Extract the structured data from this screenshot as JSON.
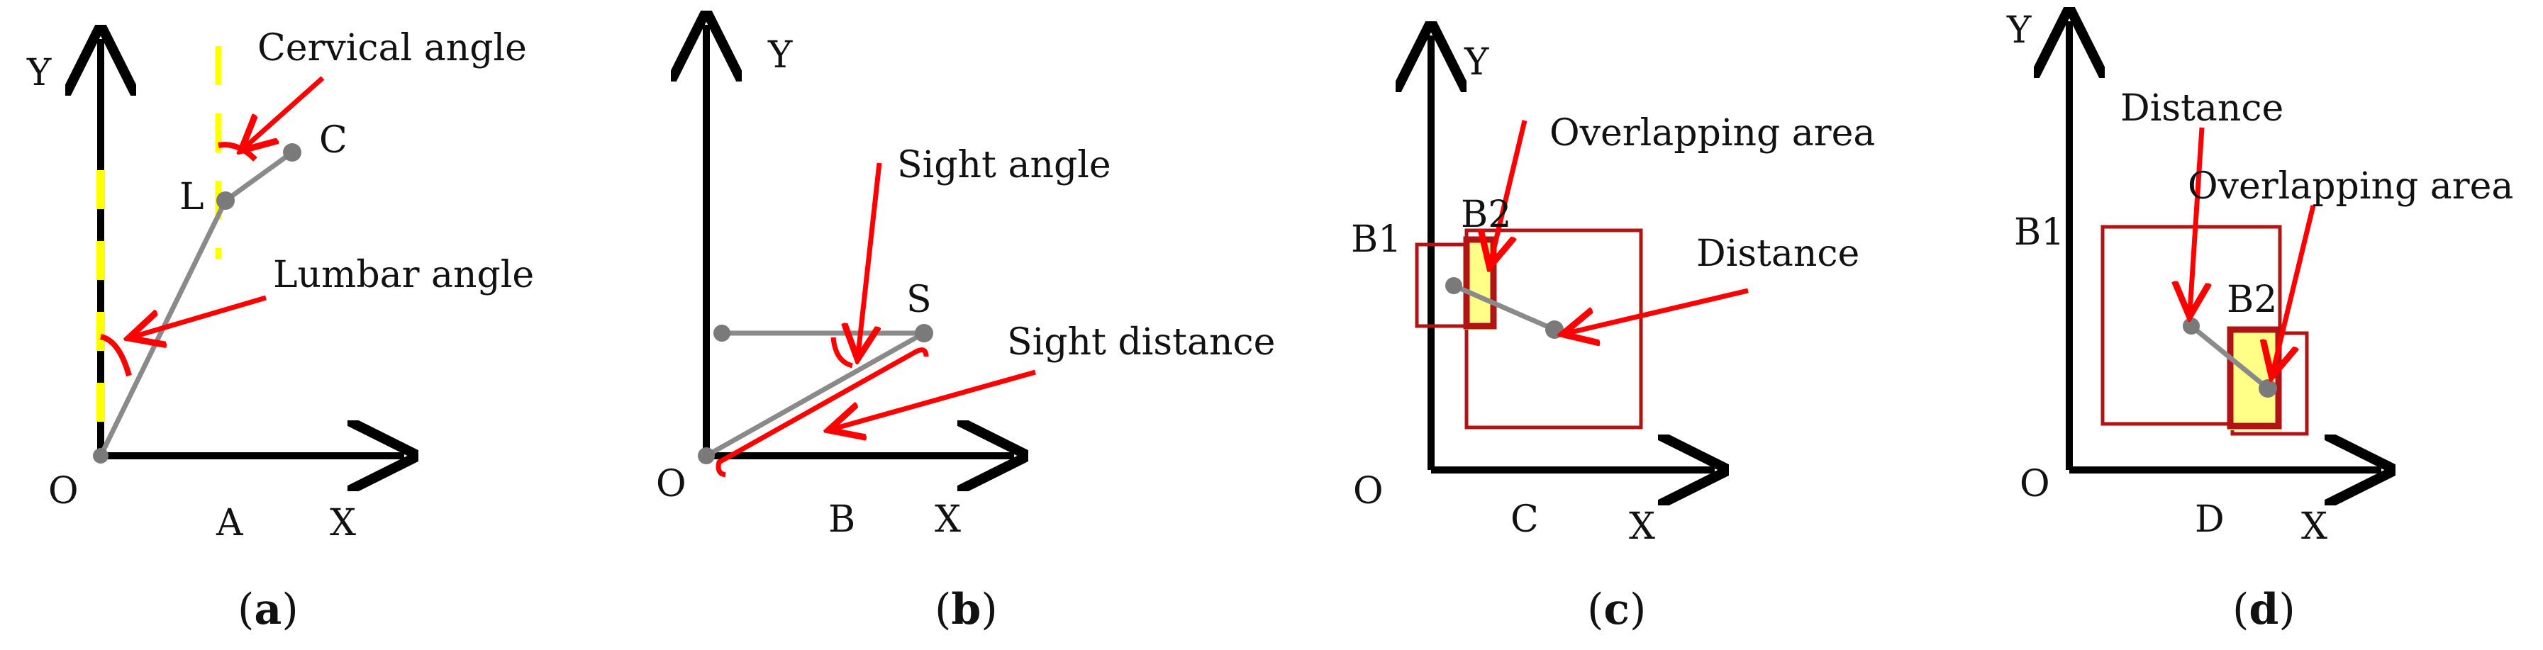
{
  "colors": {
    "axis": "#000000",
    "arrow": "#ff0000",
    "segment": "#8a8a8a",
    "dot": "#7a7a7a",
    "box": "#b01414",
    "highlight_fill": "#ffff88",
    "dash": "#ffff00"
  },
  "panel_a": {
    "axis_y": "Y",
    "axis_x": "X",
    "origin": "O",
    "pt_A": "A",
    "pt_L": "L",
    "pt_C": "C",
    "cervical": "Cervical angle",
    "lumbar": "Lumbar angle",
    "caption": {
      "open": "(",
      "letter": "a",
      "close": ")"
    }
  },
  "panel_b": {
    "axis_y": "Y",
    "axis_x": "X",
    "origin": "O",
    "pt_B": "B",
    "pt_S": "S",
    "sight_angle": "Sight angle",
    "sight_distance": "Sight distance",
    "caption": {
      "open": "(",
      "letter": "b",
      "close": ")"
    }
  },
  "panel_c": {
    "axis_y": "Y",
    "axis_x": "X",
    "origin": "O",
    "pt_C": "C",
    "b1": "B1",
    "b2": "B2",
    "overlap": "Overlapping area",
    "distance": "Distance",
    "caption": {
      "open": "(",
      "letter": "c",
      "close": ")"
    }
  },
  "panel_d": {
    "axis_y": "Y",
    "axis_x": "X",
    "origin": "O",
    "pt_D": "D",
    "b1": "B1",
    "b2": "B2",
    "distance": "Distance",
    "overlap": "Overlapping area",
    "caption": {
      "open": "(",
      "letter": "d",
      "close": ")"
    }
  }
}
